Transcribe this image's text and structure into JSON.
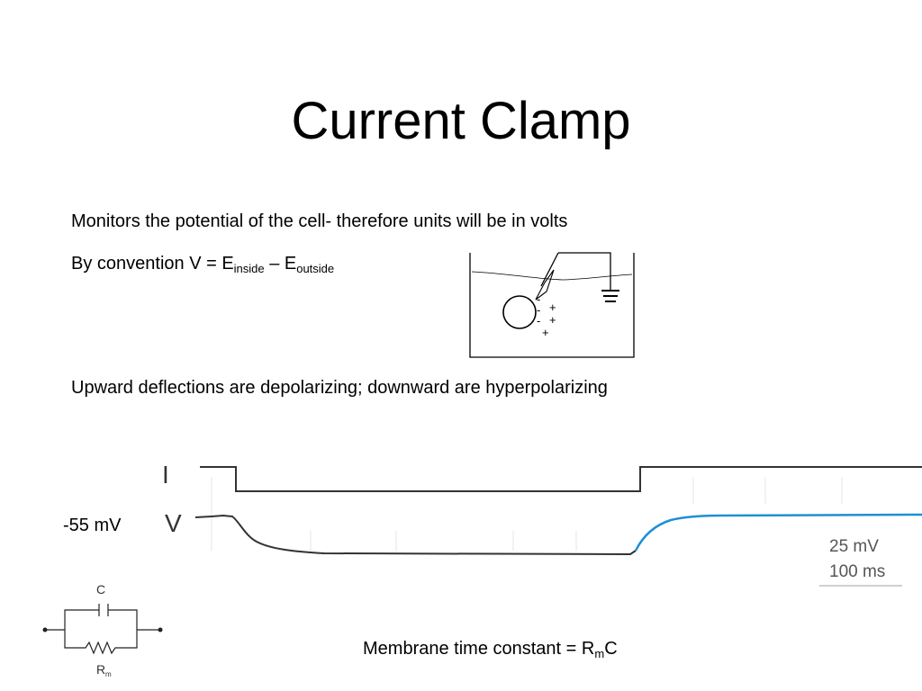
{
  "title": "Current Clamp",
  "bullets": {
    "monitors": "Monitors the potential of the cell- therefore units will be in volts",
    "convention_prefix": "By convention V",
    "convention_eq": " = E",
    "convention_sub1": "inside",
    "convention_dash": " – E",
    "convention_sub2": "outside",
    "deflections": "Upward deflections are depolarizing; downward are hyperpolarizing"
  },
  "cell_diagram": {
    "minus_signs": [
      "-",
      "-",
      "-"
    ],
    "plus_signs": [
      "+",
      "+",
      "+"
    ]
  },
  "trace": {
    "current_label": "I",
    "voltage_label": "V",
    "resting_potential": "-55 mV",
    "scale_voltage": "25 mV",
    "scale_time": "100 ms",
    "recovery_color": "#1e8fd6"
  },
  "circuit": {
    "capacitor_label": "C",
    "resistor_label": "R",
    "resistor_sub": "m"
  },
  "time_constant": {
    "prefix": "Membrane time constant = R",
    "sub": "m",
    "suffix": "C"
  }
}
